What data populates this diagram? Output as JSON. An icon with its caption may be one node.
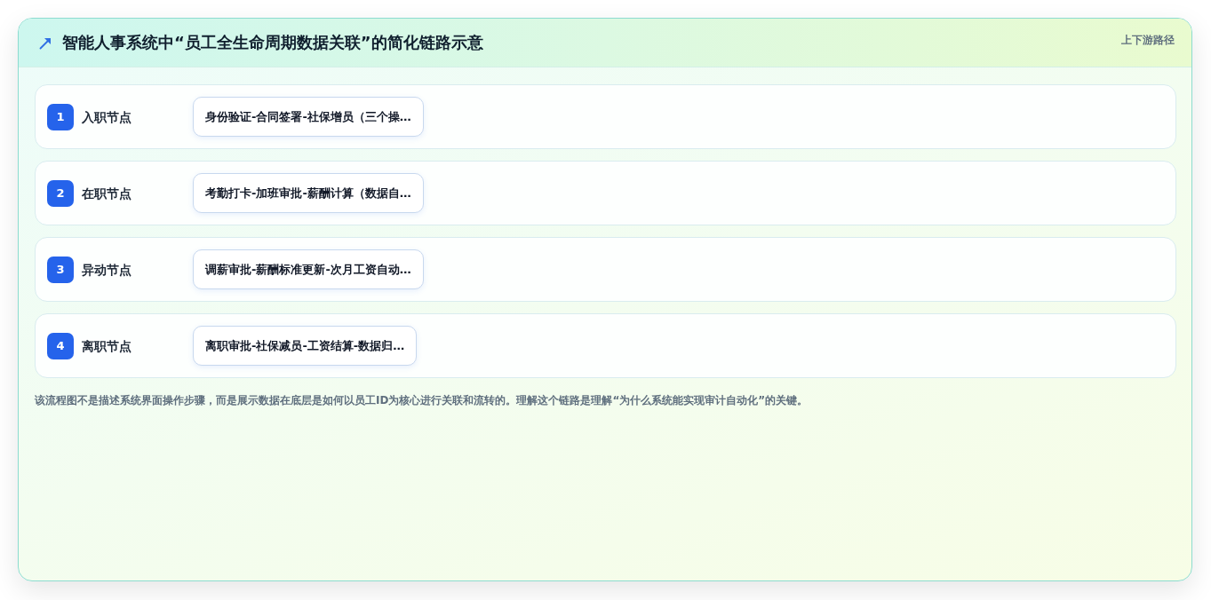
{
  "diagram": {
    "title": "智能人事系统中“员工全生命周期数据关联”的简化链路示意",
    "caption": "该流程图不是描述系统界面操作步骤，而是展示数据在底层是如何以员工ID为核心进行关联和流转的。理解这个链路是理解“为什么系统能实现审计自动化”的关键。",
    "nodes": [
      {
        "text": [
          "入职节点"
        ]
      },
      {
        "text": [
          "1"
        ],
        "in": 0
      },
      {
        "text": [
          "身份验证-合同签署-社保增员（三个操…"
        ],
        "in": 0
      },
      {
        "text": [
          "在职节点"
        ]
      },
      {
        "text": [
          "2"
        ],
        "in": 3
      },
      {
        "text": [
          "考勤打卡-加班审批-薪酬计算（数据自…"
        ],
        "in": 3
      },
      {
        "text": [
          "异动节点"
        ]
      },
      {
        "text": [
          "3"
        ],
        "in": 6
      },
      {
        "text": [
          "调薪审批-薪酬标准更新-次月工资自动…"
        ],
        "in": 6
      },
      {
        "text": [
          "离职节点"
        ]
      },
      {
        "text": [
          "4"
        ],
        "in": 9
      },
      {
        "text": [
          "离职审批-社保减员-工资结算-数据归…"
        ],
        "in": 9
      }
    ],
    "labels": [
      "上下游路径"
    ]
  }
}
